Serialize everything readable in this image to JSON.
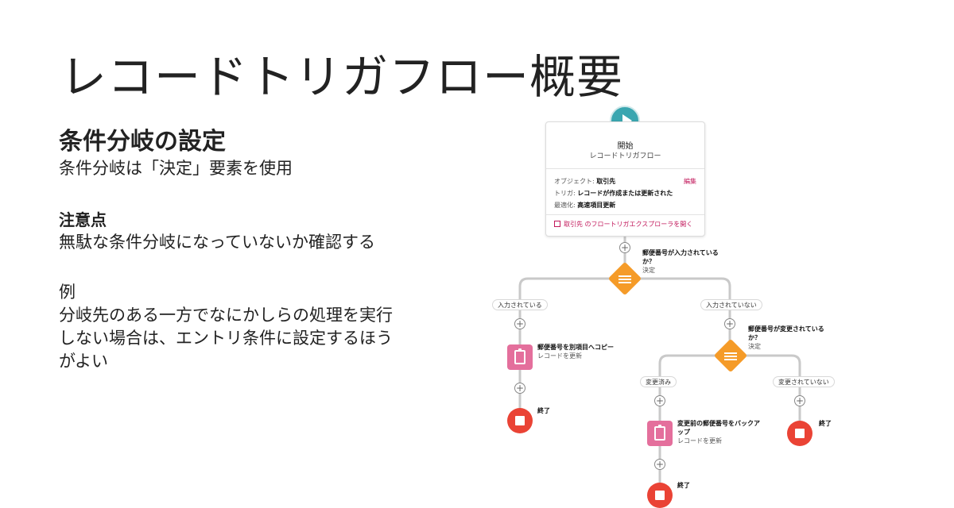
{
  "slide": {
    "title": "レコードトリガフロー概要",
    "heading": "条件分岐の設定",
    "heading_body": "条件分岐は「決定」要素を使用",
    "note_heading": "注意点",
    "note_body": "無駄な条件分岐になっていないか確認する",
    "example_heading": "例",
    "example_lines": [
      "分岐先のある一方でなにかしらの処理を実行",
      "しない場合は、エントリ条件に設定するほう",
      "がよい"
    ]
  },
  "flow": {
    "start": {
      "title": "開始",
      "subtitle": "レコードトリガフロー",
      "object_label": "オブジェクト:",
      "object_value": "取引先",
      "edit_label": "編集",
      "trigger_label": "トリガ:",
      "trigger_value": "レコードが作成または更新された",
      "optimize_label": "最適化:",
      "optimize_value": "高速項目更新",
      "explorer_link": "取引先 のフロートリガエクスプローラを開く"
    },
    "decision1": {
      "label_line1": "郵便番号が入力されている",
      "label_line2": "か？",
      "type": "決定",
      "outcome_left": "入力されている",
      "outcome_right": "入力されていない"
    },
    "assign1": {
      "label": "郵便番号を別項目へコピー",
      "type": "レコードを更新"
    },
    "end_label": "終了",
    "decision2": {
      "label_line1": "郵便番号が変更されている",
      "label_line2": "か？",
      "type": "決定",
      "outcome_left": "変更済み",
      "outcome_right": "変更されていない"
    },
    "assign2": {
      "label_line1": "変更前の郵便番号をバックア",
      "label_line2": "ップ",
      "type": "レコードを更新"
    },
    "colors": {
      "start": "#3aa6b0",
      "decision": "#f59b28",
      "assignment": "#e46f9c",
      "end": "#ea4335",
      "connector": "#c9c9c9",
      "link": "#c2185b"
    }
  }
}
